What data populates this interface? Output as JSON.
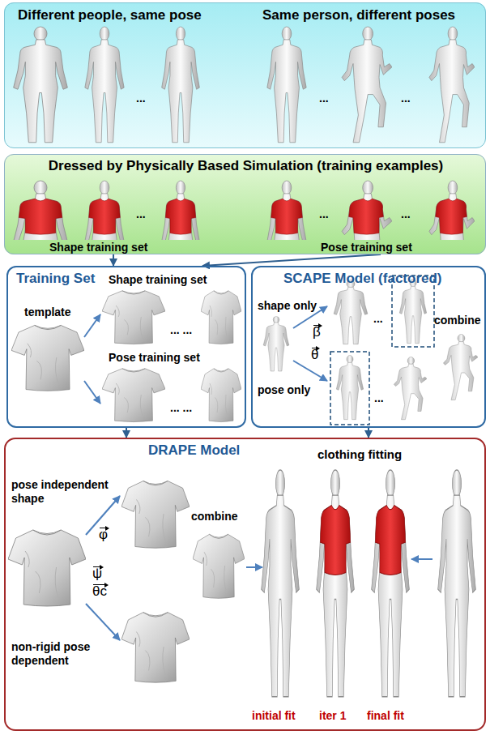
{
  "diagram": {
    "nodes": [
      {
        "text": [
          "Different people, same pose",
          "Same person, different poses"
        ]
      },
      {
        "text": [
          "Dressed by Physically Based Simulation (training examples)",
          "Shape training set",
          "Pose training set"
        ]
      },
      {
        "text": [
          "Training Set",
          "template",
          "Shape training set",
          "Pose training set"
        ]
      },
      {
        "text": [
          "SCAPE Model (factored)",
          "shape only",
          "pose only",
          "combine",
          "β",
          "θ"
        ]
      },
      {
        "text": [
          "DRAPE Model",
          "pose independent shape",
          "non-rigid pose dependent",
          "combine",
          "φ",
          "ψ",
          "θc",
          "clothing fitting",
          "initial fit",
          "iter 1",
          "final fit"
        ]
      }
    ],
    "edges": [
      {
        "from": 1,
        "to": 2,
        "arrow": "to"
      },
      {
        "from": 1,
        "to": 2,
        "arrow": "to"
      },
      {
        "from": 2,
        "to": 4,
        "arrow": "to"
      },
      {
        "from": 3,
        "to": 4,
        "arrow": "to"
      }
    ],
    "labels": [
      "...",
      "...",
      "...",
      "...",
      "...",
      "...",
      "... ...",
      "... ...",
      "...",
      "..."
    ]
  }
}
